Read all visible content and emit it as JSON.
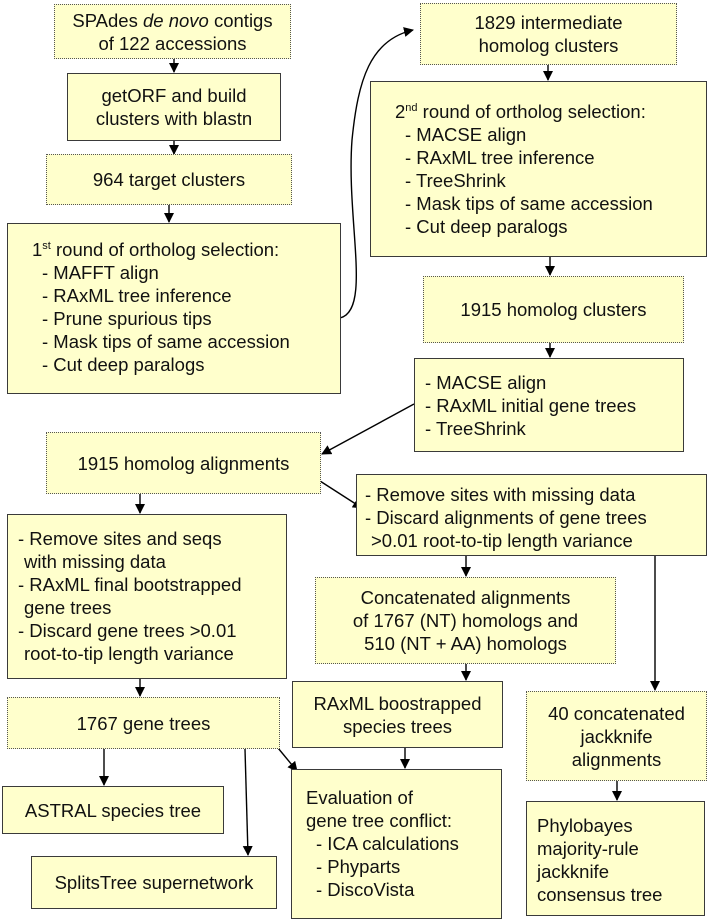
{
  "nodes": {
    "spades": {
      "line1_pre": "SPAdes ",
      "line1_em": "de novo",
      "line1_post": " contigs",
      "line2": "of 122 accessions"
    },
    "getorf": {
      "line1": "getORF and build",
      "line2": "clusters with blastn"
    },
    "target": {
      "text": "964 target clusters"
    },
    "round1": {
      "title_pre": "1",
      "title_sup": "st",
      "title_post": " round of ortholog selection:",
      "items": [
        "- MAFFT align",
        "- RAxML tree inference",
        "- Prune spurious tips",
        "- Mask tips of same accession",
        "- Cut deep paralogs"
      ]
    },
    "intermediate": {
      "line1": "1829 intermediate",
      "line2": "homolog clusters"
    },
    "round2": {
      "title_pre": "2",
      "title_sup": "nd",
      "title_post": " round of ortholog selection:",
      "items": [
        "- MACSE align",
        "- RAxML tree inference",
        "- TreeShrink",
        "- Mask tips of same accession",
        "- Cut deep paralogs"
      ]
    },
    "homolog_clusters": {
      "text": "1915 homolog clusters"
    },
    "macse": {
      "items": [
        "- MACSE align",
        "- RAxML initial gene trees",
        "- TreeShrink"
      ]
    },
    "alignments": {
      "text": "1915 homolog alignments"
    },
    "remove_left": {
      "items": [
        "- Remove sites and seqs",
        "  with missing data",
        "- RAxML final bootstrapped",
        "  gene trees",
        "- Discard gene trees >0.01",
        "  root-to-tip length variance"
      ]
    },
    "remove_right": {
      "items": [
        "- Remove sites with missing data",
        "- Discard alignments of gene trees",
        "  >0.01 root-to-tip length variance"
      ]
    },
    "concat": {
      "line1": "Concatenated alignments",
      "line2": "of 1767 (NT) homologs and",
      "line3": "510 (NT + AA) homologs"
    },
    "gene_trees": {
      "text": "1767 gene trees"
    },
    "raxml_species": {
      "line1": "RAxML boostrapped",
      "line2": "species trees"
    },
    "jackknife": {
      "line1": "40 concatenated",
      "line2": "jackknife",
      "line3": "alignments"
    },
    "astral": {
      "text": "ASTRAL species tree"
    },
    "evaluation": {
      "line1": "Evaluation of",
      "line2": "gene tree conflict:",
      "items": [
        "- ICA calculations",
        "- Phyparts",
        "- DiscoVista"
      ]
    },
    "phylobayes": {
      "line1": "Phylobayes",
      "line2": "majority-rule",
      "line3": "jackknife",
      "line4": "consensus tree"
    },
    "splitstree": {
      "text": "SplitsTree supernetwork"
    }
  },
  "colors": {
    "box_fill": "#ffffcc",
    "border": "#3a3a3a",
    "arrow": "#000000"
  }
}
